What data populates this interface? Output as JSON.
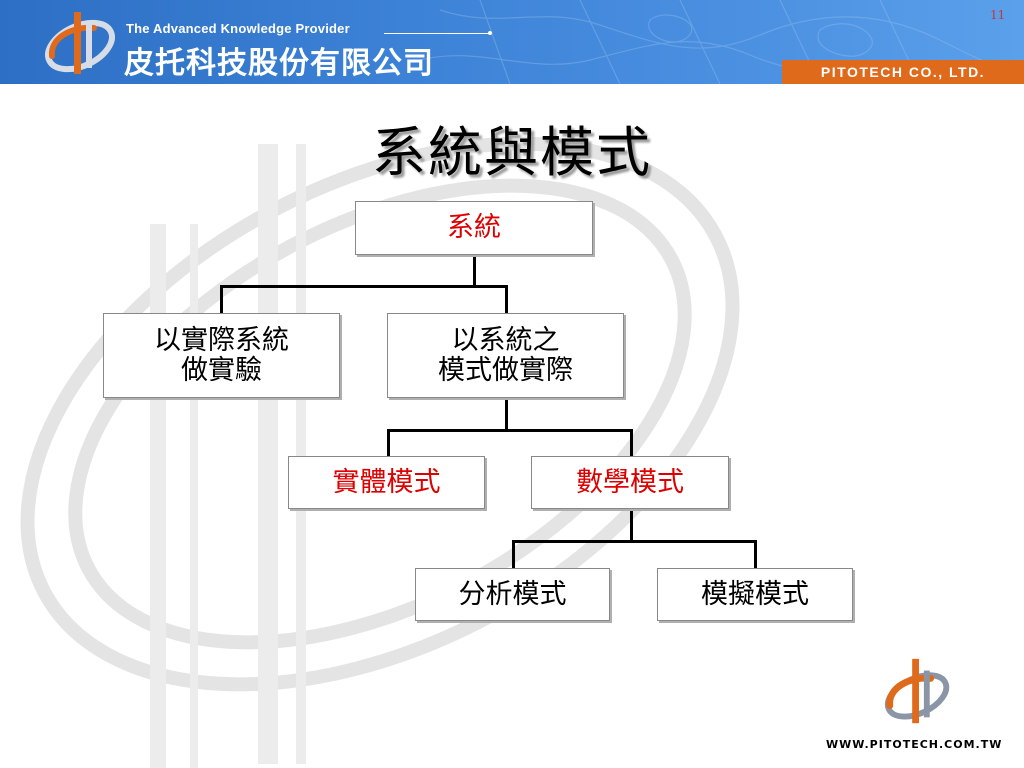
{
  "header": {
    "tagline": "The Advanced Knowledge Provider",
    "company_cn": "皮托科技股份有限公司",
    "company_en": "PITOTECH CO., LTD.",
    "slide_number": "11"
  },
  "title": "系統與模式",
  "diagram": {
    "root": "系統",
    "level1": [
      "以實際系統\n做實驗",
      "以系統之\n模式做實際"
    ],
    "level2": [
      "實體模式",
      "數學模式"
    ],
    "level3": [
      "分析模式",
      "模擬模式"
    ]
  },
  "footer": {
    "website": "WWW.PITOTECH.COM.TW"
  },
  "colors": {
    "banner_blue": "#3c82d6",
    "accent_orange": "#e06a1c",
    "highlight_red": "#dd0000"
  }
}
